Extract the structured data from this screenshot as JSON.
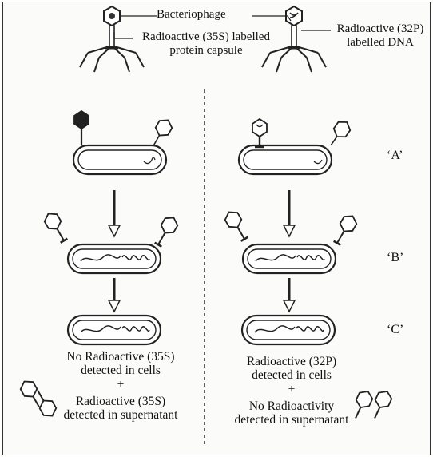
{
  "top": {
    "bacteriophage": "Bacteriophage",
    "s35_line1": "Radioactive (35S) labelled",
    "s35_line2": "protein capsule",
    "p32_line1": "Radioactive (32P)",
    "p32_line2": "labelled DNA"
  },
  "steps": {
    "a": "‘A’",
    "b": "‘B’",
    "c": "‘C’"
  },
  "left_result": {
    "line1": "No Radioactive (35S)",
    "line2": "detected in cells",
    "plus": "+",
    "line3": "Radioactive (35S)",
    "line4": "detected in supernatant"
  },
  "right_result": {
    "line1": "Radioactive (32P)",
    "line2": "detected in cells",
    "plus": "+",
    "line3": "No Radioactivity",
    "line4": "detected in supernatant"
  },
  "colors": {
    "ink": "#1a1a1a",
    "background": "#fbfbf9"
  }
}
